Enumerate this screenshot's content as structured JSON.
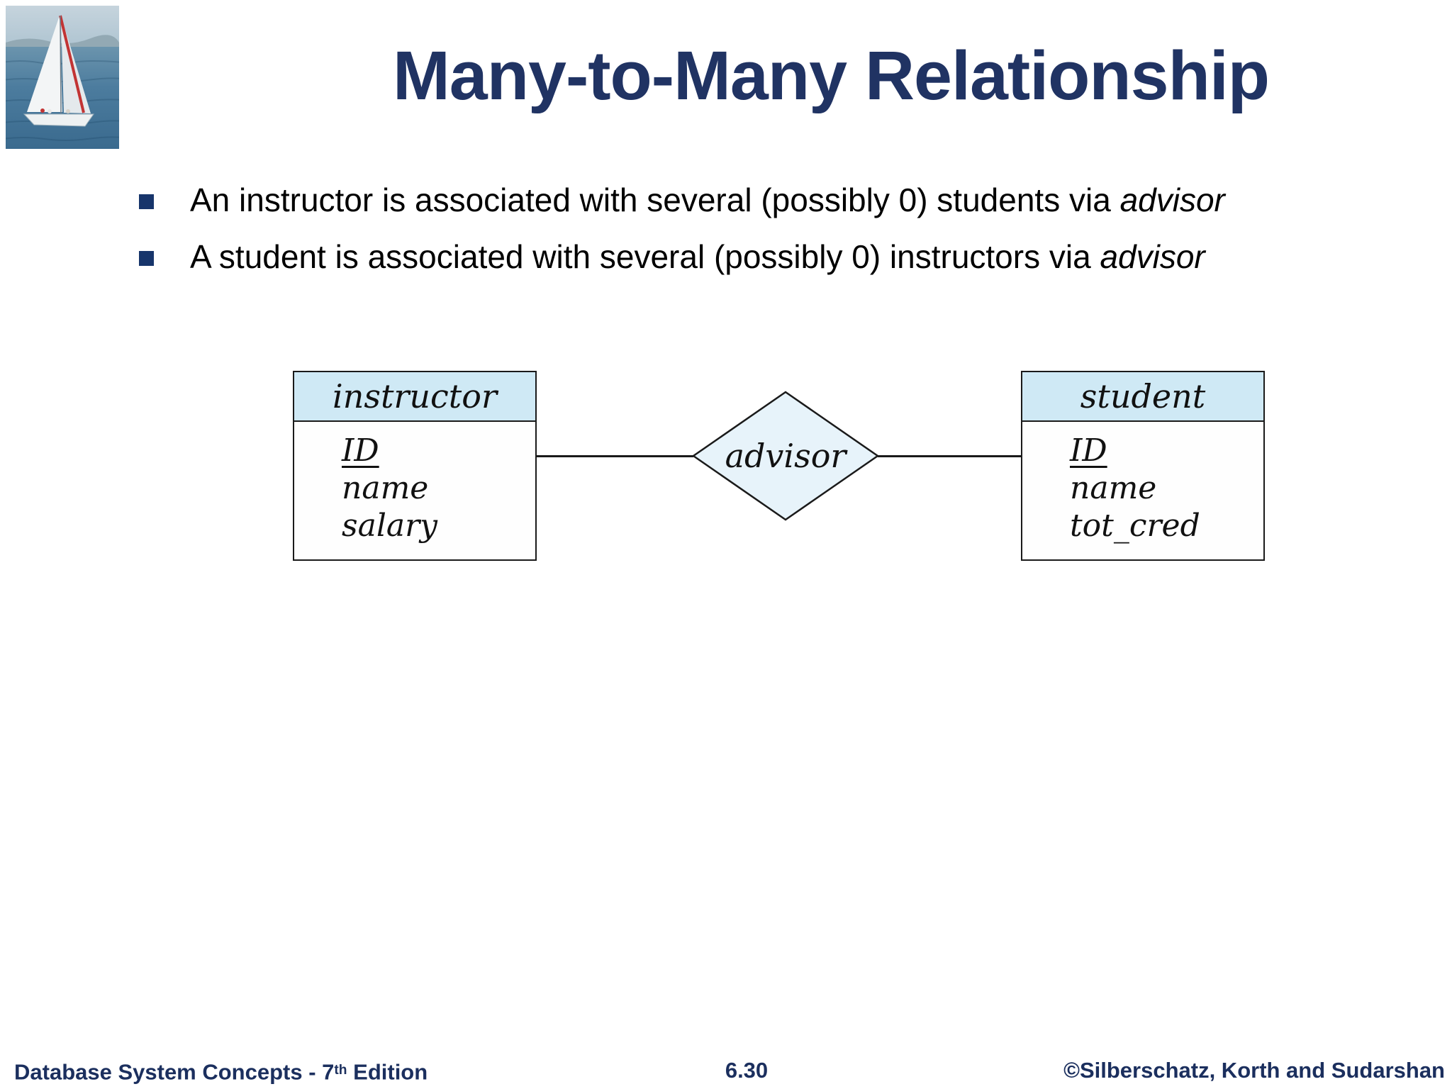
{
  "slide": {
    "title": "Many-to-Many Relationship",
    "bullets": [
      {
        "text": "An instructor is associated with several (possibly 0) students via ",
        "emphasis": "advisor"
      },
      {
        "text": "A student is associated with several (possibly 0) instructors via ",
        "emphasis": "advisor"
      }
    ]
  },
  "diagram": {
    "entities": [
      {
        "name": "instructor",
        "attributes": [
          "ID",
          "name",
          "salary"
        ],
        "key_attribute": "ID"
      },
      {
        "name": "student",
        "attributes": [
          "ID",
          "name",
          "tot_cred"
        ],
        "key_attribute": "ID"
      }
    ],
    "relationship": {
      "name": "advisor"
    },
    "colors": {
      "entity_header_fill": "#cfe9f5",
      "diamond_fill": "#e7f3fa",
      "border": "#1a1a1a"
    }
  },
  "footer": {
    "left": {
      "prefix": "Database System Concepts - 7",
      "superscript": "th",
      "suffix": " Edition"
    },
    "page_number": "6.30",
    "right": "©Silberschatz, Korth and Sudarshan"
  },
  "theme": {
    "navy": "#203363",
    "bullet_square": "#17356b"
  }
}
